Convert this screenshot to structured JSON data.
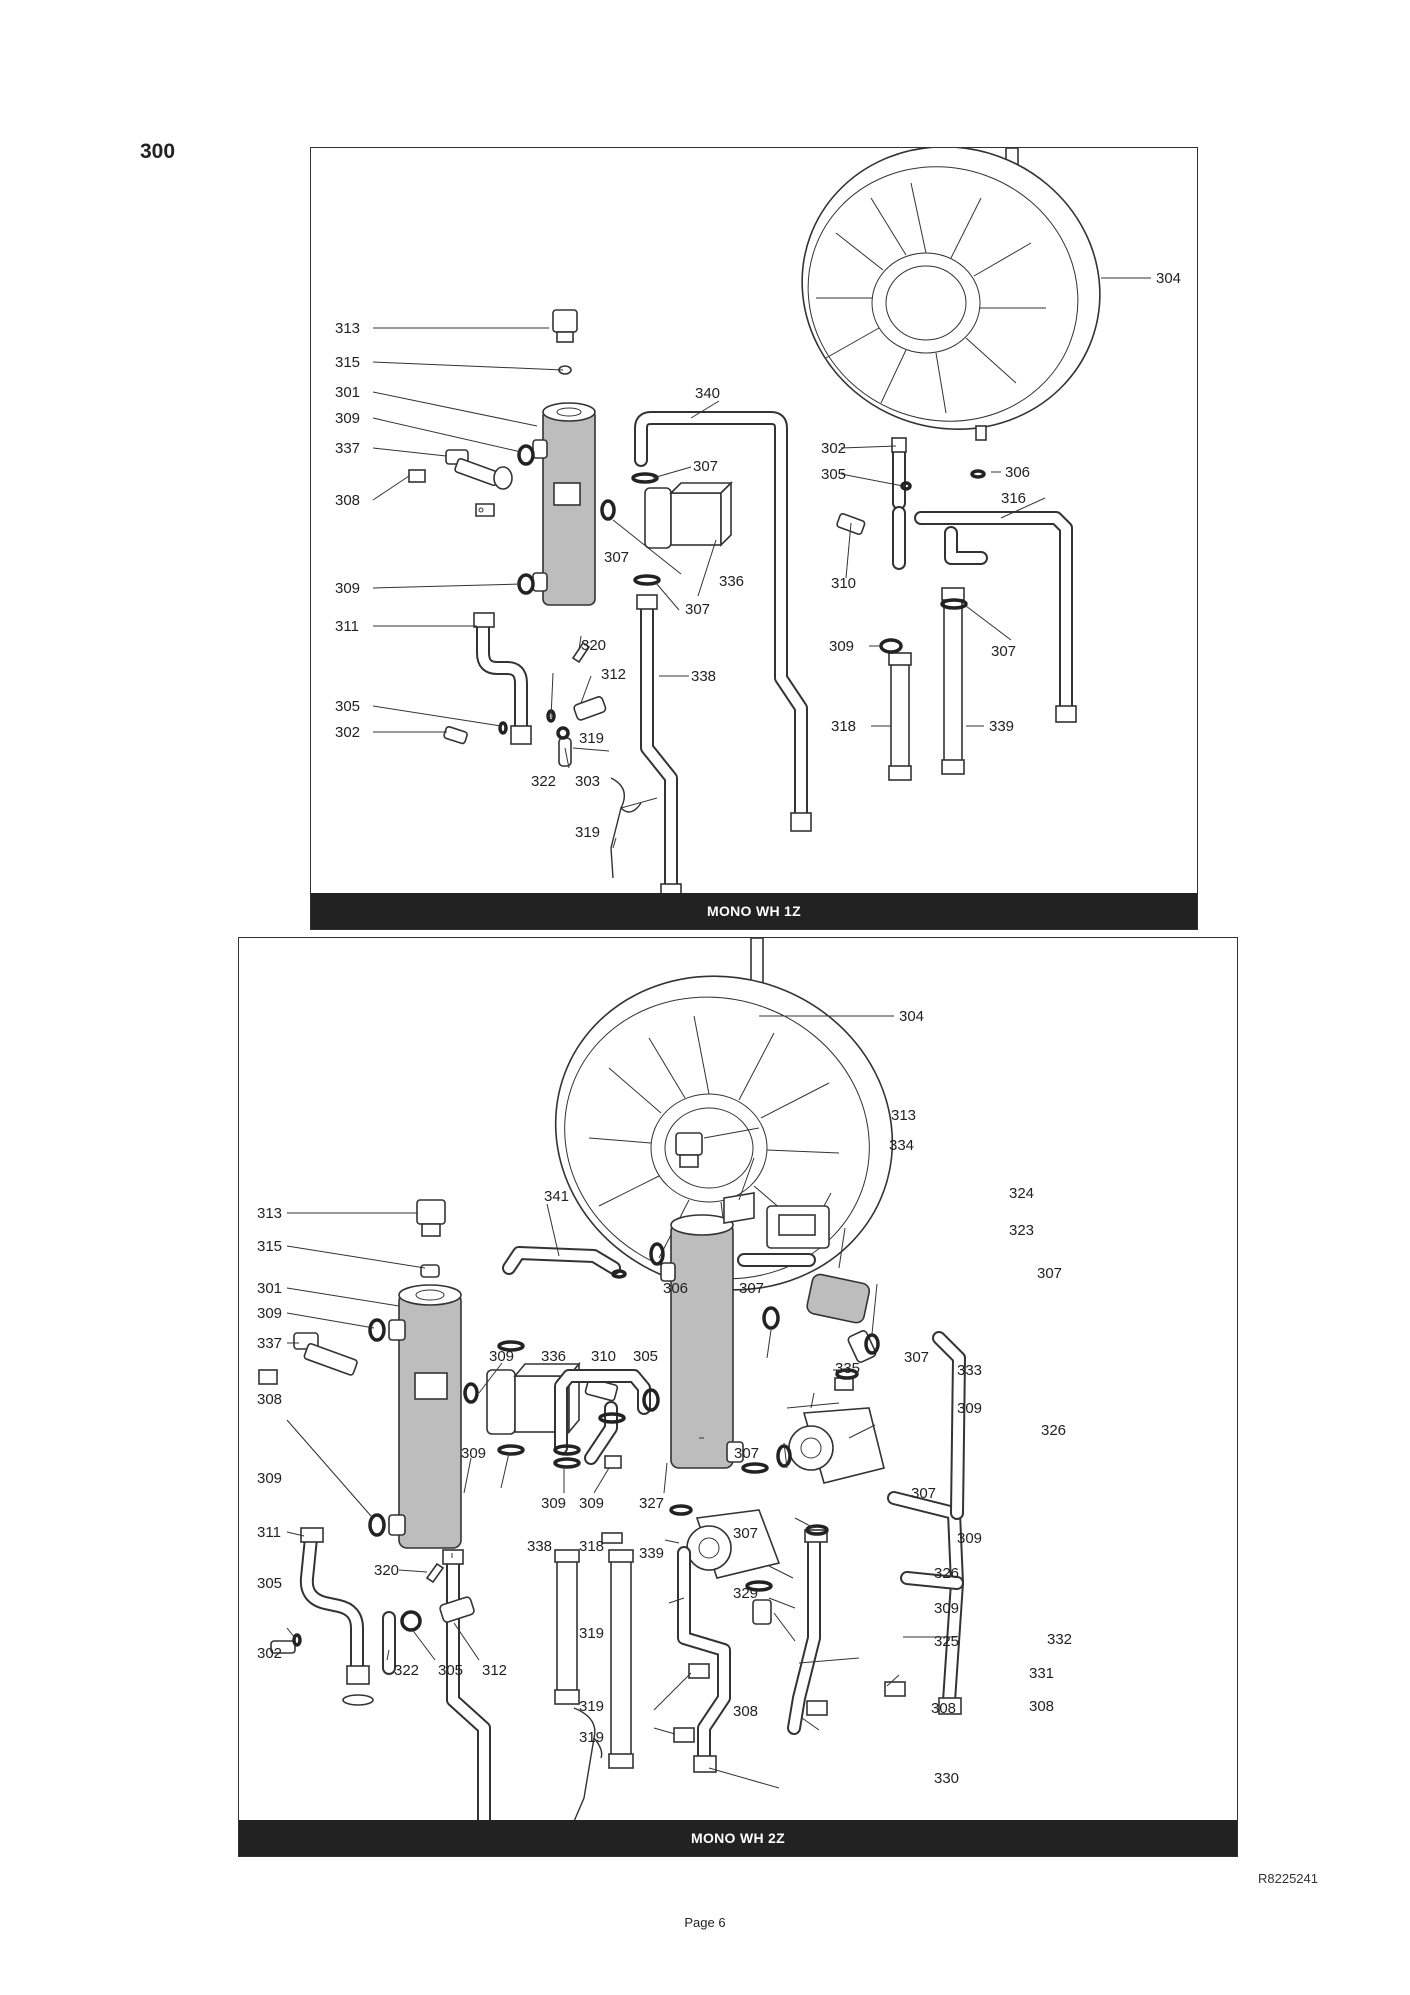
{
  "section": "300",
  "doc_ref": "R8225241",
  "page_label": "Page 6",
  "panels": {
    "top": {
      "title": "MONO WH 1Z",
      "labels": [
        "313",
        "315",
        "301",
        "309",
        "337",
        "308",
        "309",
        "311",
        "305",
        "302",
        "322",
        "303",
        "319",
        "319",
        "320",
        "312",
        "340",
        "307",
        "307",
        "336",
        "307",
        "338",
        "302",
        "305",
        "310",
        "304",
        "306",
        "316",
        "309",
        "307",
        "318",
        "339"
      ]
    },
    "bottom": {
      "title": "MONO WH 2Z",
      "labels": [
        "313",
        "315",
        "301",
        "309",
        "337",
        "308",
        "309",
        "311",
        "305",
        "302",
        "320",
        "322",
        "305",
        "312",
        "341",
        "309",
        "336",
        "310",
        "305",
        "309",
        "309",
        "309",
        "338",
        "318",
        "327",
        "339",
        "319",
        "319",
        "319",
        "304",
        "313",
        "334",
        "324",
        "323",
        "307",
        "306",
        "307",
        "335",
        "307",
        "307",
        "333",
        "309",
        "326",
        "307",
        "309",
        "307",
        "326",
        "329",
        "309",
        "325",
        "308",
        "308",
        "331",
        "308",
        "330",
        "332"
      ]
    }
  }
}
